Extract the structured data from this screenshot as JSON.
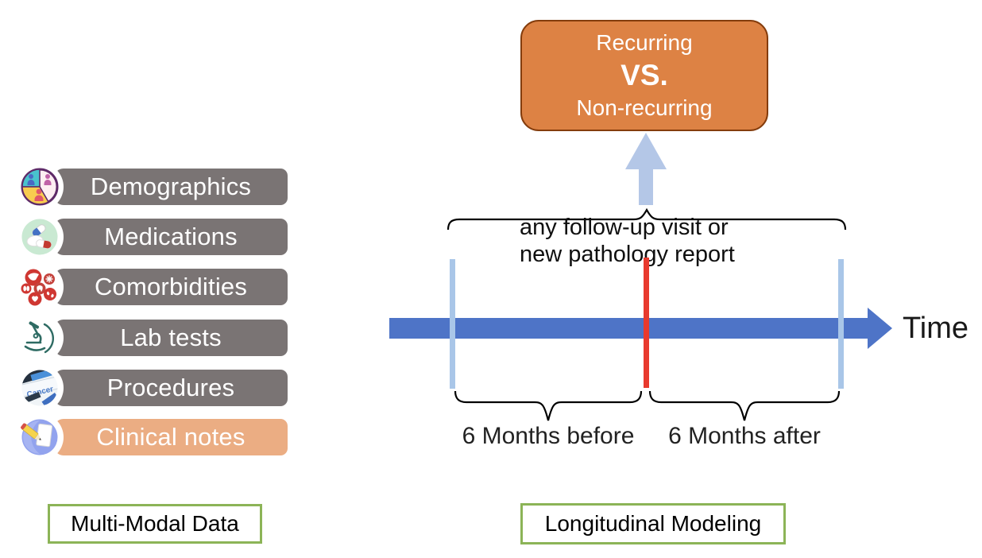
{
  "modalities": {
    "items": [
      {
        "label": "Demographics",
        "icon": "demographics-icon"
      },
      {
        "label": "Medications",
        "icon": "medications-icon"
      },
      {
        "label": "Comorbidities",
        "icon": "comorbidities-icon"
      },
      {
        "label": "Lab tests",
        "icon": "lab-tests-icon"
      },
      {
        "label": "Procedures",
        "icon": "procedures-icon",
        "icon_text": "Cancer"
      },
      {
        "label": "Clinical notes",
        "icon": "clinical-notes-icon",
        "highlighted": true
      }
    ],
    "caption": "Multi-Modal Data",
    "bar_color": "#7a7474",
    "highlight_color": "#ebad83"
  },
  "timeline": {
    "outcome_box": {
      "line1": "Recurring",
      "line2": "VS.",
      "line3": "Non-recurring",
      "fill_color": "#dd8244",
      "border_color": "#843c0c"
    },
    "annotation_line1": "any follow-up visit or",
    "annotation_line2": "new pathology report",
    "axis_label": "Time",
    "before_label": "6 Months before",
    "after_label": "6 Months after",
    "caption": "Longitudinal Modeling",
    "axis_color": "#4e74c7",
    "event_line_color": "#e83a2e",
    "window_tick_color": "#a9c6e8",
    "arrow_color": "#b4c7e7"
  },
  "caption_border_color": "#8cb457"
}
